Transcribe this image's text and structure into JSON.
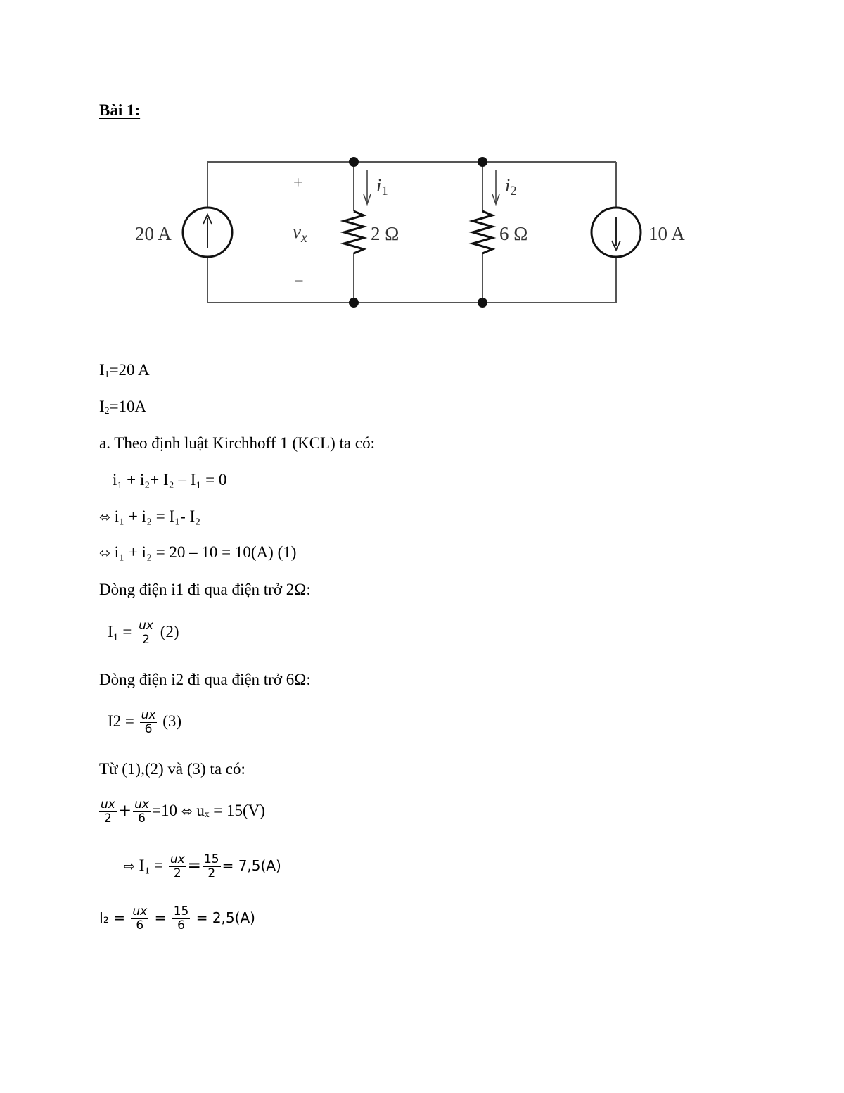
{
  "document": {
    "title": "Bài 1:",
    "circuit": {
      "source_left": {
        "label": "20 A",
        "direction": "up"
      },
      "source_right": {
        "label": "10 A",
        "direction": "down"
      },
      "resistor_1": {
        "label": "2 Ω",
        "current": "i",
        "current_sub": "1"
      },
      "resistor_2": {
        "label": "6 Ω",
        "current": "i",
        "current_sub": "2"
      },
      "voltage": {
        "symbol": "v",
        "sub": "x",
        "plus": "+",
        "minus": "−"
      },
      "colors": {
        "wire": "#555555",
        "component": "#111111",
        "label": "#333333"
      }
    },
    "given": [
      {
        "var": "I",
        "sub": "1",
        "rest": "=20 A"
      },
      {
        "var": "I",
        "sub": "2",
        "rest": "=10A"
      }
    ],
    "section_a": {
      "heading": "a. Theo định luật Kirchhoff 1 (KCL) ta có:",
      "eq1": {
        "text": "i₁ + i₂+ I₂ – I₁ = 0"
      },
      "eq2": {
        "symbol": "⬄",
        "text": "i₁ + i₂ = I₁- I₂"
      },
      "eq3": {
        "symbol": "⬄",
        "text": "i₁ + i₂ = 20 – 10 = 10(A)  (1)"
      }
    },
    "current_i1": {
      "heading": "Dòng điện i1 đi qua điện trở 2Ω:",
      "lhs": "I₁ =",
      "num": "ux",
      "den": "2",
      "tag": "(2)"
    },
    "current_i2": {
      "heading": "Dòng điện i2 đi qua điện trở 6Ω:",
      "lhs": "I2 =",
      "num": "ux",
      "den": "6",
      "tag": "(3)"
    },
    "combine": {
      "heading": "Từ (1),(2) và (3) ta có:",
      "f1_num": "ux",
      "f1_den": "2",
      "plus": "+",
      "f2_num": "ux",
      "f2_den": "6",
      "rhs": "=10",
      "symbol": "⬄",
      "result": "uₓ = 15(V)"
    },
    "result_i1": {
      "arrow": "⇨",
      "lhs": "I₁ =",
      "f1_num": "ux",
      "f1_den": "2",
      "eq": "=",
      "f2_num": "15",
      "f2_den": "2",
      "rhs": "= 7,5(A)"
    },
    "result_i2": {
      "lhs": "I₂ =",
      "f1_num": "ux",
      "f1_den": "6",
      "eq": "=",
      "f2_num": "15",
      "f2_den": "6",
      "rhs": "= 2,5(A)"
    }
  }
}
